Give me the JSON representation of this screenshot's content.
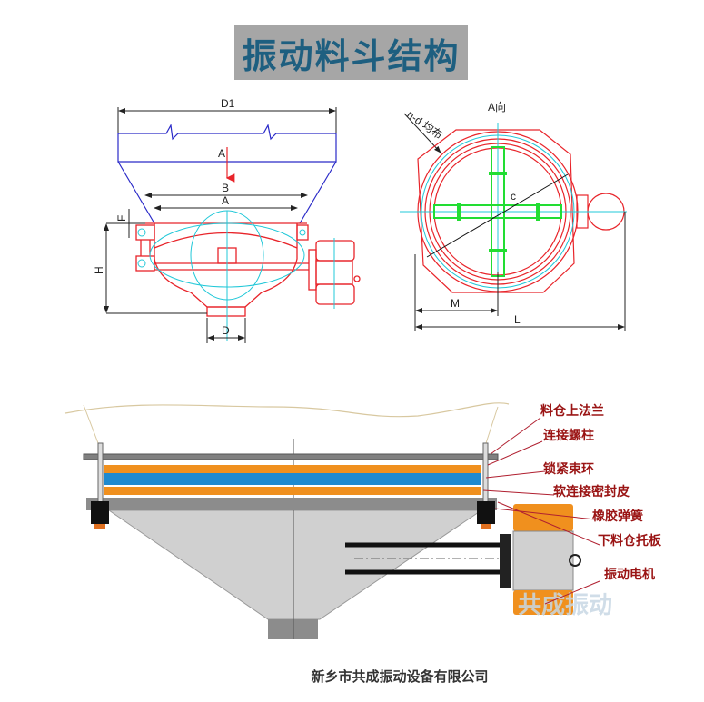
{
  "title": "振动料斗结构",
  "colors": {
    "title_bg": "#a6a6a6",
    "title_text": "#1e5f80",
    "drawing_red": "#e8242a",
    "drawing_blue": "#2a2ac8",
    "cyan": "#22c8d8",
    "green": "#22dd33",
    "orange": "#f0901e",
    "seal_blue": "#1e8ad0",
    "label_red": "#9a1414"
  },
  "side_view": {
    "dims": {
      "d1": "D1",
      "arrow": "A",
      "b": "B",
      "a": "A",
      "f": "F",
      "h": "H",
      "d": "D"
    }
  },
  "top_view": {
    "title": "A向",
    "holes_note": "n-d 均布",
    "diameter": "c",
    "m": "M",
    "l": "L"
  },
  "section_view": {
    "labels": [
      "料仓上法兰",
      "连接螺柱",
      "锁紧束环",
      "软连接密封皮",
      "橡胶弹簧",
      "下料仓托板",
      "振动电机"
    ],
    "watermark": "共成振动"
  },
  "footer": "新乡市共成振动设备有限公司"
}
